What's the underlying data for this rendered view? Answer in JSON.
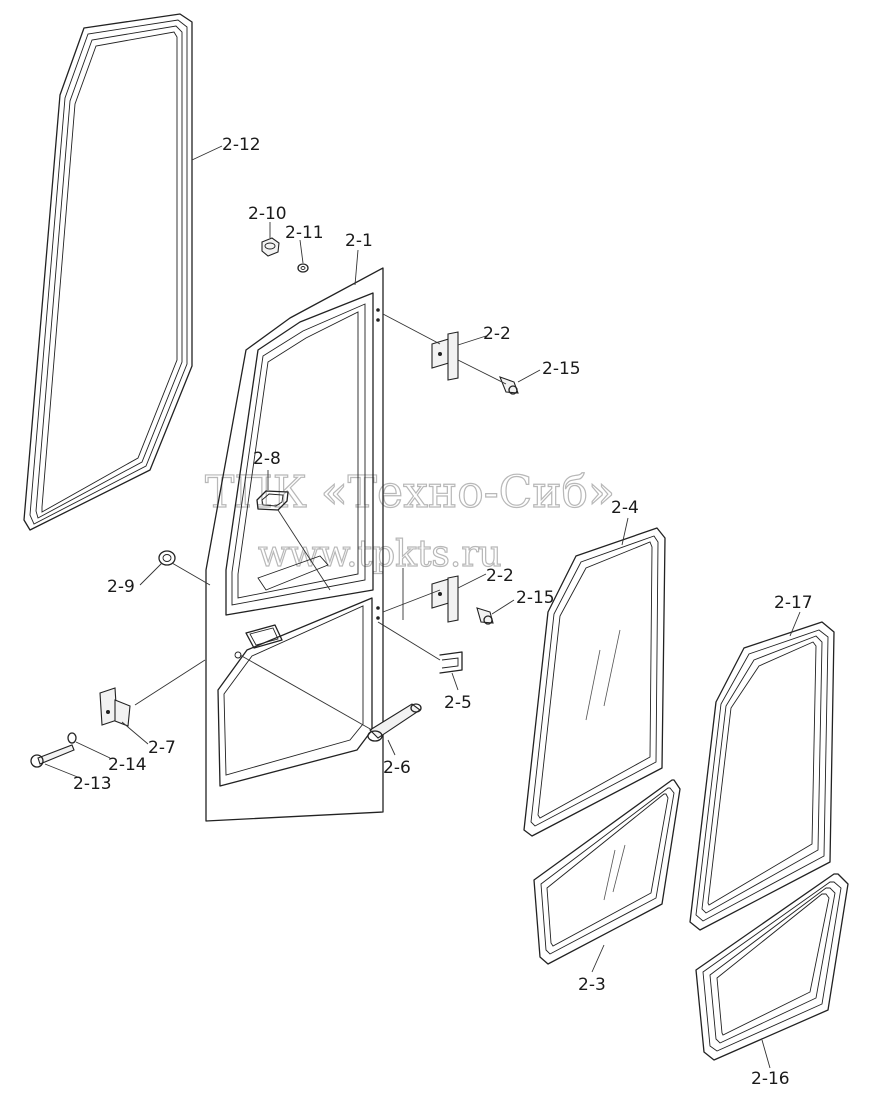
{
  "watermark": {
    "line1": "ТПК «Техно-Сиб»",
    "line2": "www.tpkts.ru"
  },
  "labels": {
    "l_2_12": "2-12",
    "l_2_10": "2-10",
    "l_2_11": "2-11",
    "l_2_1": "2-1",
    "l_2_2_top": "2-2",
    "l_2_15_top": "2-15",
    "l_2_8": "2-8",
    "l_2_4": "2-4",
    "l_2_9": "2-9",
    "l_2_2_mid": "2-2",
    "l_2_15_mid": "2-15",
    "l_2_17": "2-17",
    "l_2_5": "2-5",
    "l_2_7": "2-7",
    "l_2_14": "2-14",
    "l_2_13": "2-13",
    "l_2_6": "2-6",
    "l_2_3": "2-3",
    "l_2_16": "2-16"
  }
}
